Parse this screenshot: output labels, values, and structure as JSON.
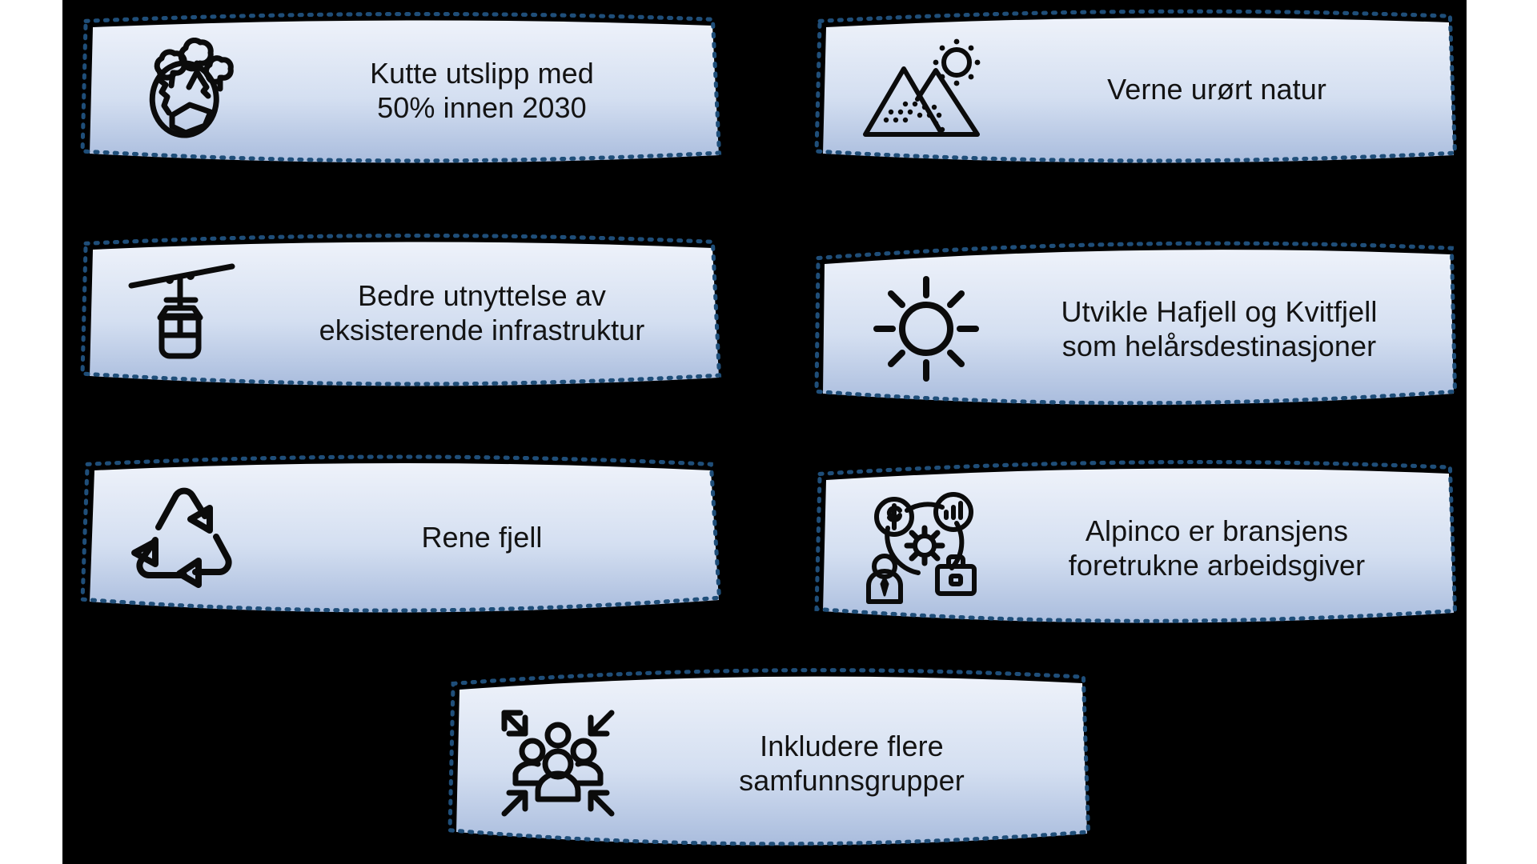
{
  "slide": {
    "background_color": "#000000",
    "page_background_color": "#ffffff",
    "card_gradient_top": "#eef2fa",
    "card_gradient_bottom": "#a9bcdd",
    "card_border_color": "#1f4e79",
    "icon_color": "#0b0b0b",
    "text_color": "#131313"
  },
  "cards": [
    {
      "id": "card-1",
      "icon": "globe-with-trees-icon",
      "label": "Kutte utslipp med\n50% innen 2030"
    },
    {
      "id": "card-2",
      "icon": "mountains-with-sun-icon",
      "label": "Verne urørt natur"
    },
    {
      "id": "card-3",
      "icon": "gondola-lift-icon",
      "label": "Bedre utnyttelse av\neksisterende infrastruktur"
    },
    {
      "id": "card-4",
      "icon": "sun-icon",
      "label": "Utvikle Hafjell og Kvitfjell\nsom helårsdestinasjoner"
    },
    {
      "id": "card-5",
      "icon": "recycle-icon",
      "label": "Rene fjell"
    },
    {
      "id": "card-6",
      "icon": "business-network-icon",
      "label": "Alpinco er bransjens\nforetrukne arbeidsgiver"
    },
    {
      "id": "card-7",
      "icon": "inclusion-people-icon",
      "label": "Inkludere flere\nsamfunnsgrupper"
    }
  ]
}
